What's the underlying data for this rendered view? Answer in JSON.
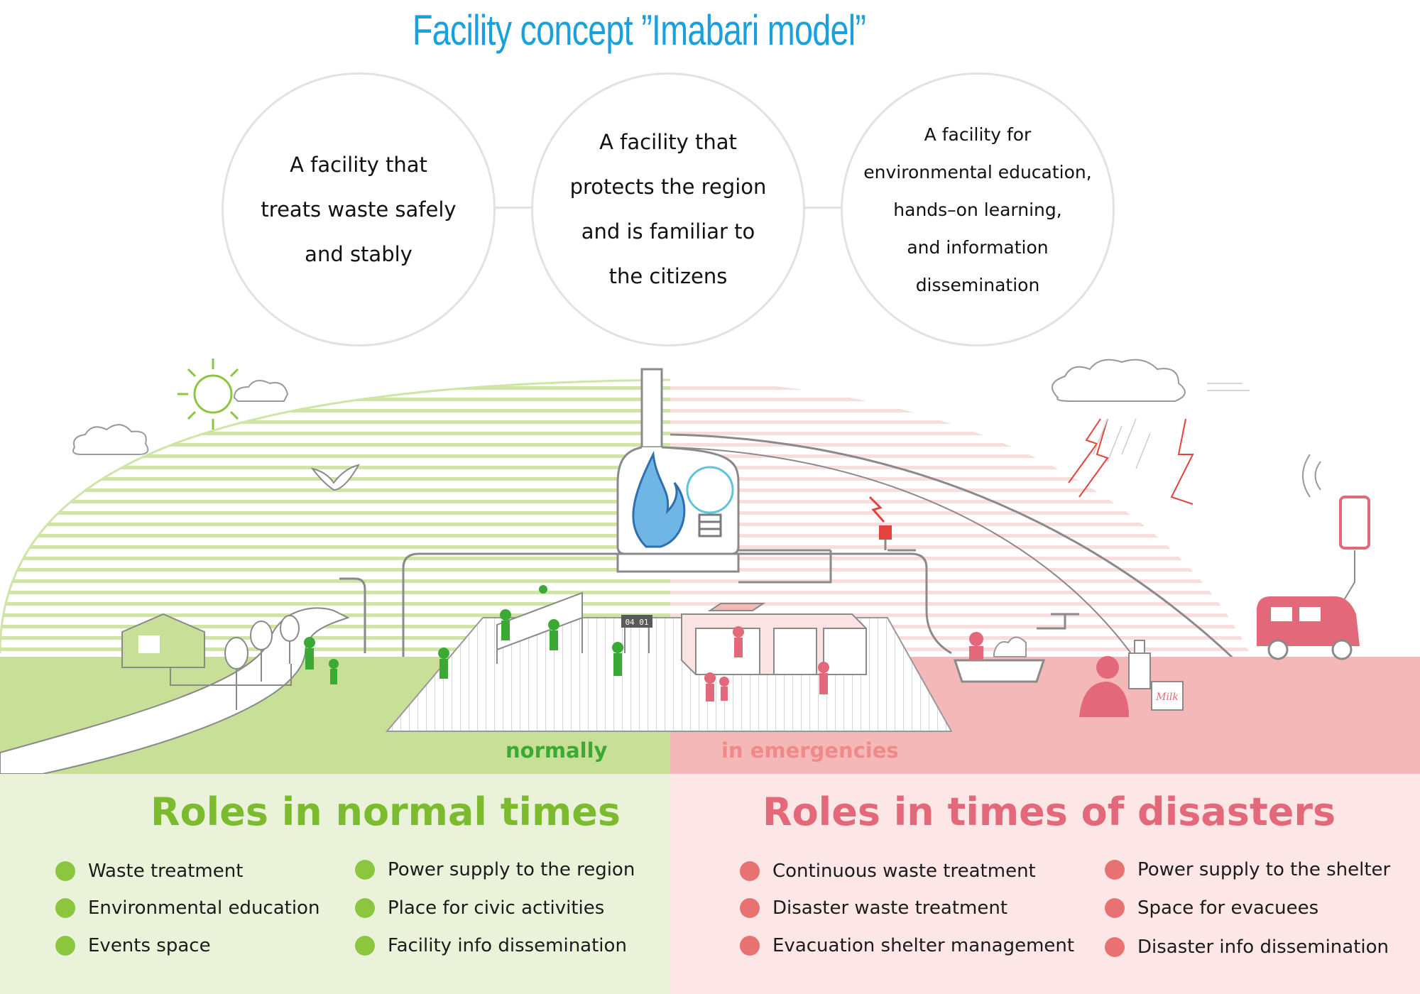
{
  "title": "Facility concept ”Imabari model”",
  "concepts": [
    "A facility that\ntreats waste safely\nand stably",
    "A facility that\nprotects the region\nand is familiar to\nthe citizens",
    "A facility for\nenvironmental education,\nhands–on learning,\nand information\ndissemination"
  ],
  "labels": {
    "normal": "normally",
    "emergency": "in emergencies"
  },
  "scoreboard": "04 01",
  "milk_label": "Milk",
  "normal_roles": {
    "title": "Roles in normal times",
    "items": [
      "Waste treatment",
      "Environmental education",
      "Events space",
      "Power supply to the region",
      "Place for civic activities",
      "Facility info dissemination"
    ]
  },
  "disaster_roles": {
    "title": "Roles in times of disasters",
    "items": [
      "Continuous waste treatment",
      "Disaster waste treatment",
      "Evacuation shelter management",
      "Power supply to the shelter",
      "Space for evacuees",
      "Disaster info dissemination"
    ]
  },
  "colors": {
    "title_blue": "#1aa0dc",
    "normal_green": "#3aaa35",
    "role_green": "#7cbb2e",
    "normal_panel": "#eaf3da",
    "disaster_red": "#e2687a",
    "disaster_panel": "#fce6e6",
    "emergency_ground": "#f5b8b8"
  }
}
